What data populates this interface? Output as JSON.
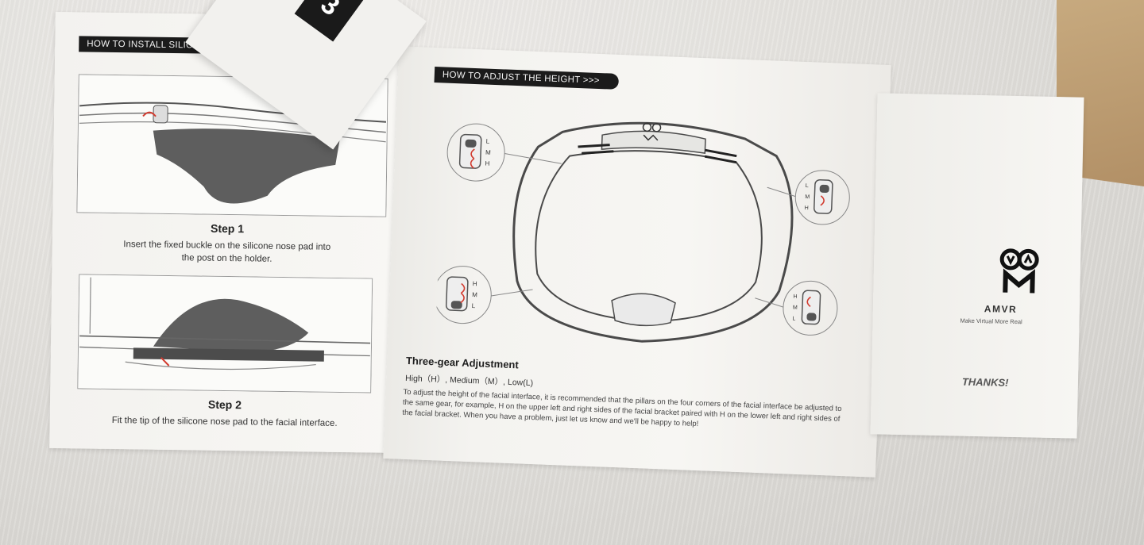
{
  "left_panel": {
    "banner": "HOW TO INSTALL SILICONE NOSE PAD",
    "step1": {
      "title": "Step 1",
      "text_line1": "Insert the fixed buckle on the silicone nose pad into",
      "text_line2": "the post on the  holder."
    },
    "step2": {
      "title": "Step 2",
      "text": "Fit the tip of the silicone nose pad to the facial interface."
    }
  },
  "folded_card": {
    "number": "3"
  },
  "middle_panel": {
    "banner": "HOW TO ADJUST THE HEIGHT  >>>",
    "gear_labels_lmh": [
      "L",
      "M",
      "H"
    ],
    "gear_labels_hml": [
      "H",
      "M",
      "L"
    ],
    "heading": "Three-gear Adjustment",
    "levels": "High（H）, Medium（M）, Low(L)",
    "paragraph": "To adjust the height of the facial interface, it is recommended that the pillars on the four corners of the facial interface be adjusted to the same gear, for example, H on the upper left and right sides of the facial bracket paired with H on the lower left and right sides of the facial bracket. When you have a problem, just let us know and we'll be happy to help!"
  },
  "right_panel": {
    "brand": "AMVR",
    "tagline": "Make Virtual More Real",
    "thanks": "THANKS!"
  },
  "colors": {
    "banner_bg": "#1b1b1b",
    "paper": "#f6f5f2",
    "arrow_red": "#d23b2f",
    "line_art": "#4a4a4a",
    "nose_pad": "#5e5e5e"
  }
}
